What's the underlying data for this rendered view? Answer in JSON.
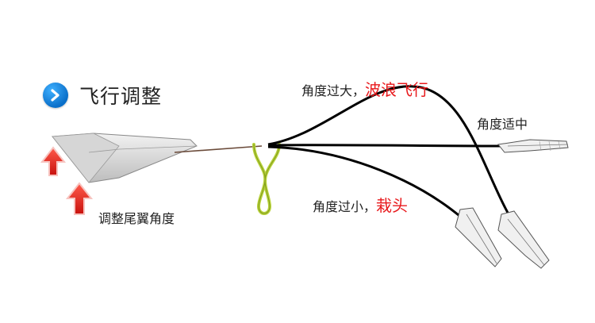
{
  "title": {
    "text": "飞行调整",
    "icon": "chevron-right-icon"
  },
  "adjust_label": "调整尾翼角度",
  "outcomes": {
    "too_big": {
      "prefix": "角度过大，",
      "result": "波浪飞行"
    },
    "moderate": {
      "text": "角度适中"
    },
    "too_small": {
      "prefix": "角度过小，",
      "result": "栽头"
    }
  },
  "colors": {
    "accent_red": "#e8191c",
    "badge_blue": "#1787e0",
    "slingshot_green": "#b8d23a"
  }
}
